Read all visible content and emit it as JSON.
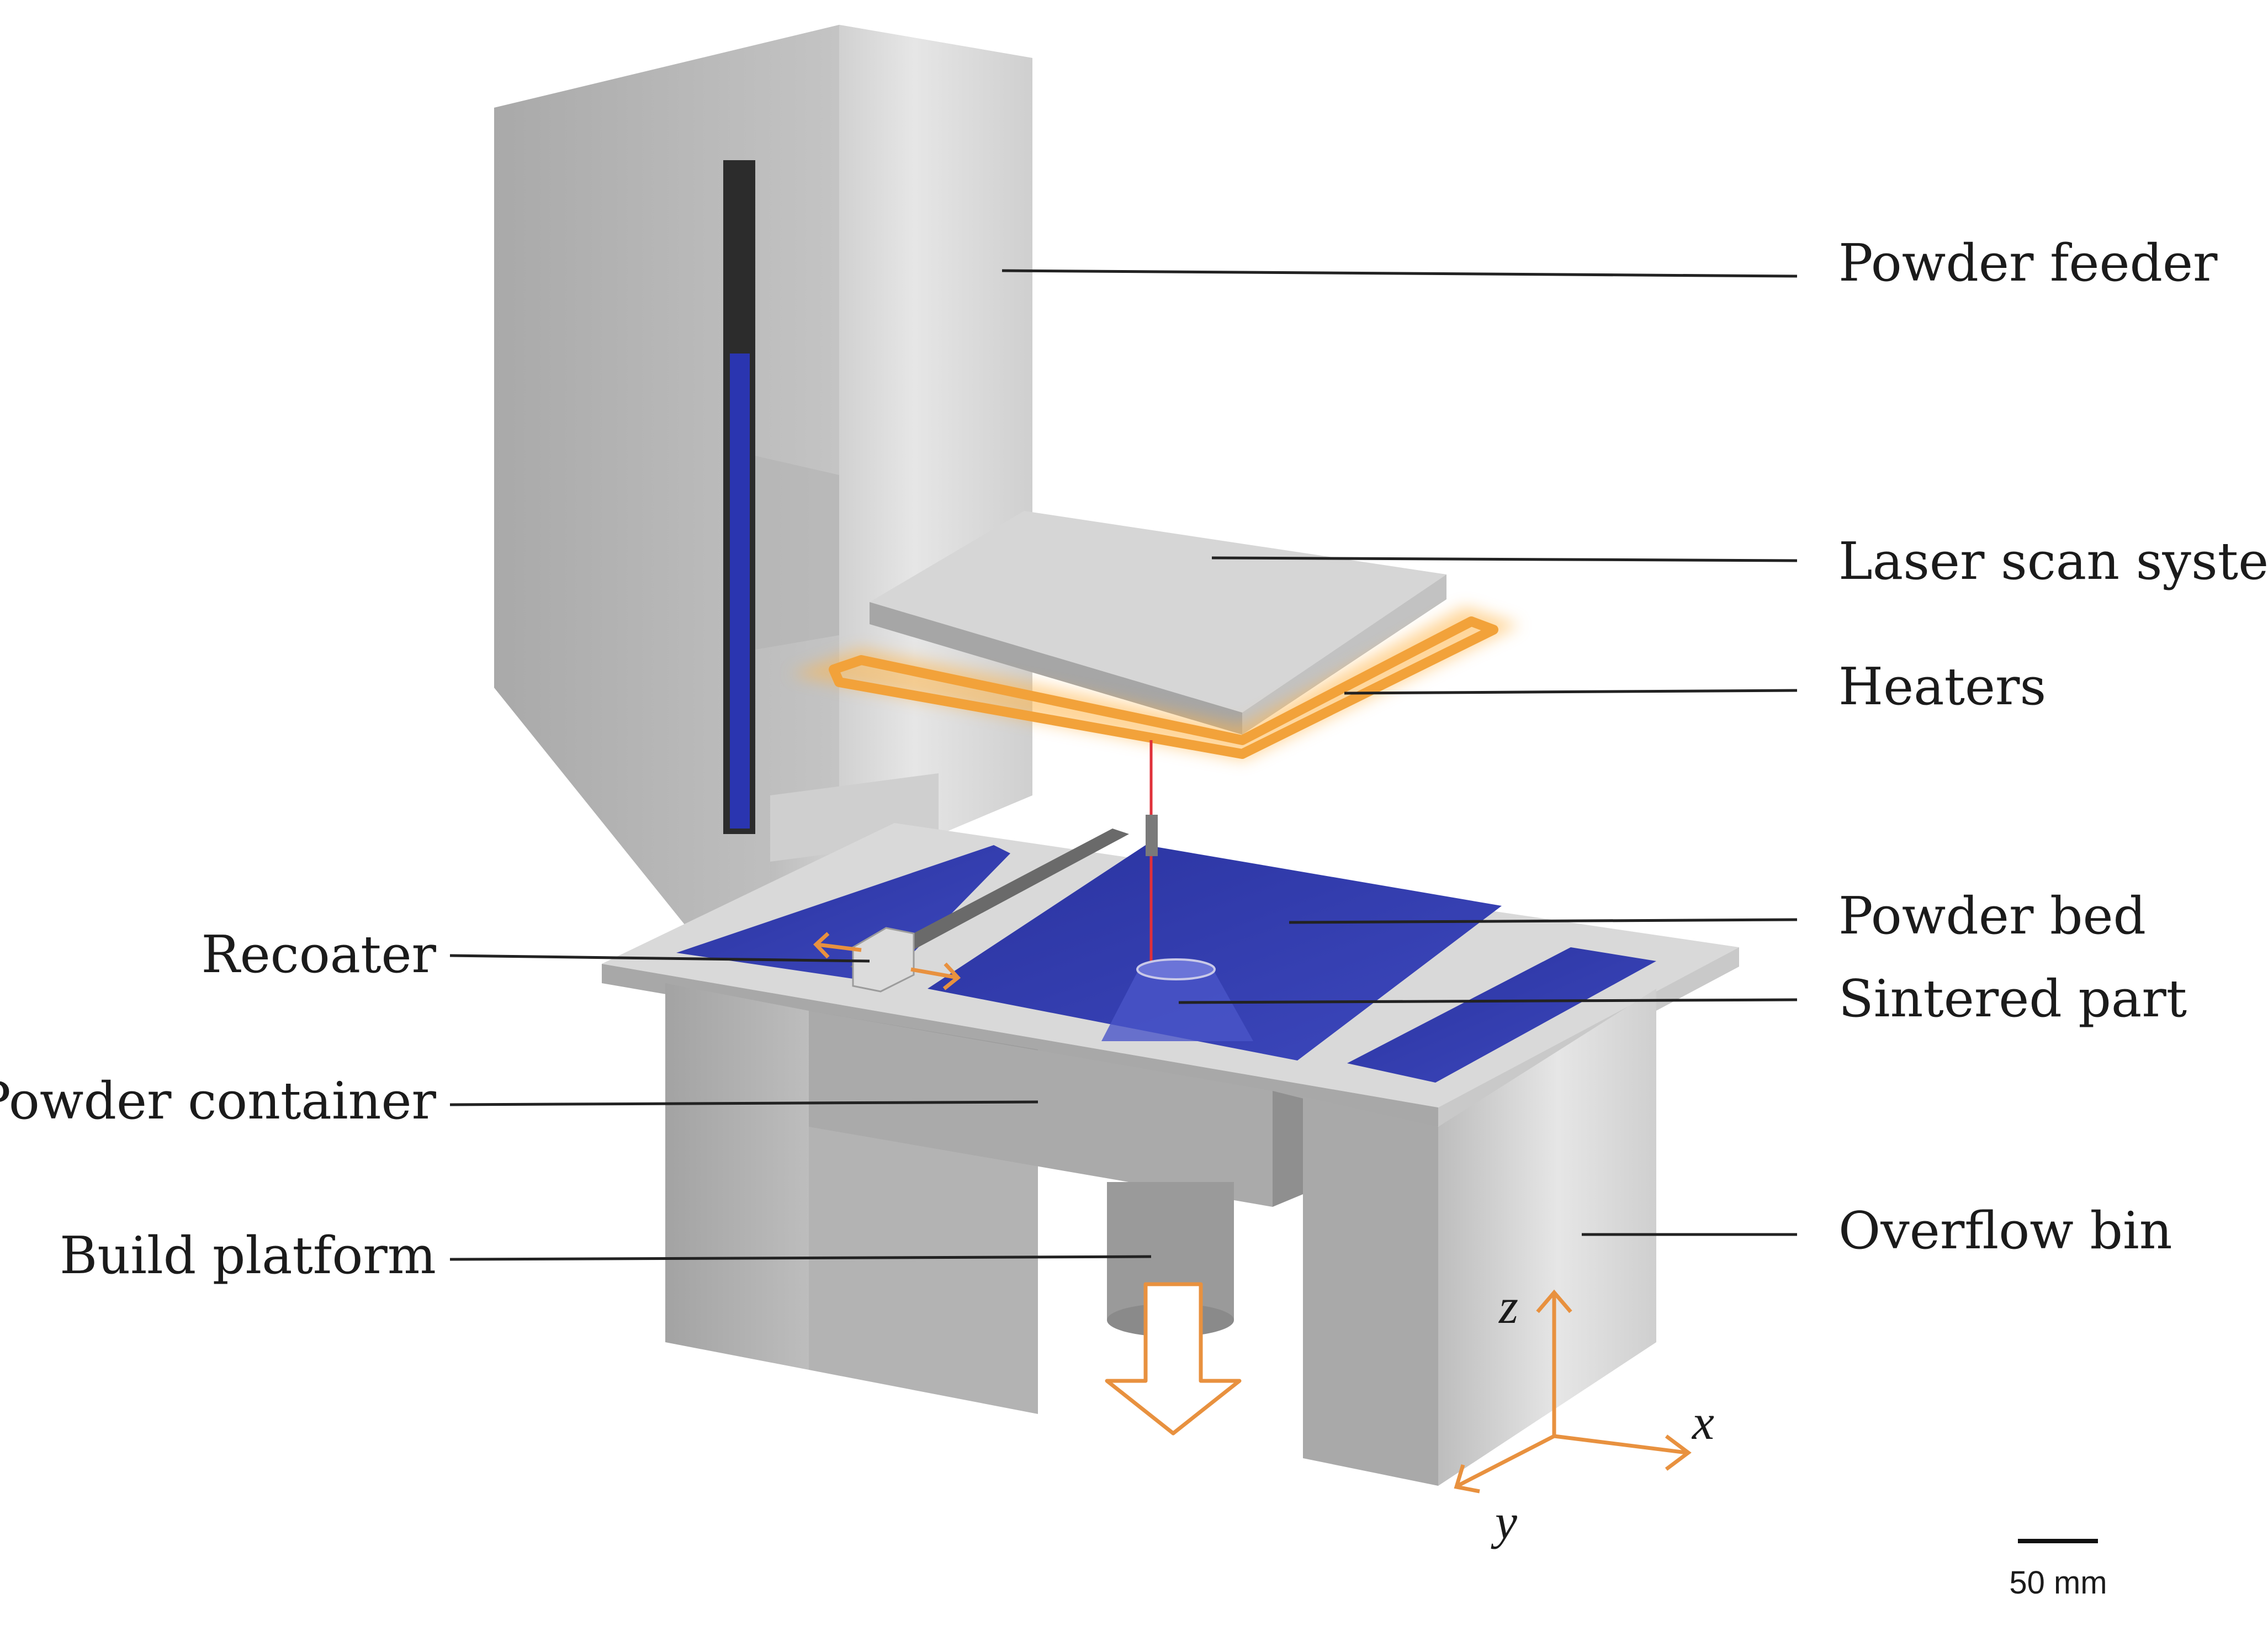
{
  "labels": {
    "powder_feeder": "Powder feeder",
    "laser_scan_system": "Laser scan system",
    "heaters": "Heaters",
    "powder_bed": "Powder bed",
    "sintered_part": "Sintered part",
    "recoater": "Recoater",
    "powder_container": "Powder container",
    "build_platform": "Build platform",
    "overflow_bin": "Overflow bin"
  },
  "axes": {
    "z": "z",
    "x": "x",
    "y": "y"
  },
  "scale_bar": {
    "label": "50 mm"
  },
  "colors": {
    "machine_gray": "#b9b9b9",
    "powder_blue": "#2f3aa8",
    "heater_orange": "#f2a23a",
    "arrow_orange": "#e8913f",
    "laser_red": "#e0303a"
  }
}
